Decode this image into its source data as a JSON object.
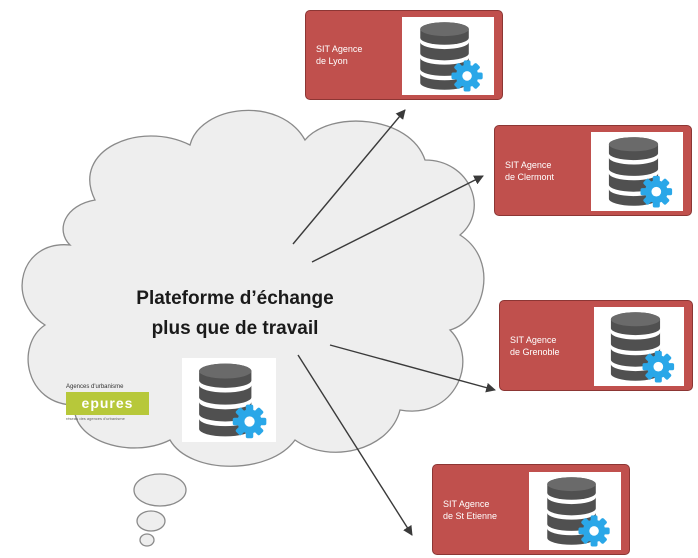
{
  "platform": {
    "title_line1": "Plateforme d’échange",
    "title_line2": "plus que de travail"
  },
  "logo": {
    "top_text": "Agences d'urbanisme",
    "band_text": "epures",
    "bottom_text": "réseau des agences d'urbanisme"
  },
  "agencies": [
    {
      "label": "SIT Agence\nde Lyon"
    },
    {
      "label": "SIT Agence\nde Clermont"
    },
    {
      "label": "SIT Agence\nde Grenoble"
    },
    {
      "label": "SIT Agence\nde St Etienne"
    }
  ],
  "colors": {
    "agency_fill": "#c0504d",
    "cloud_fill": "#eeeeee",
    "database_gray": "#505050",
    "gear_blue": "#2aa7e8",
    "logo_green": "#b7c83a"
  },
  "icons": [
    "database-gear-icon",
    "arrow-icon"
  ]
}
